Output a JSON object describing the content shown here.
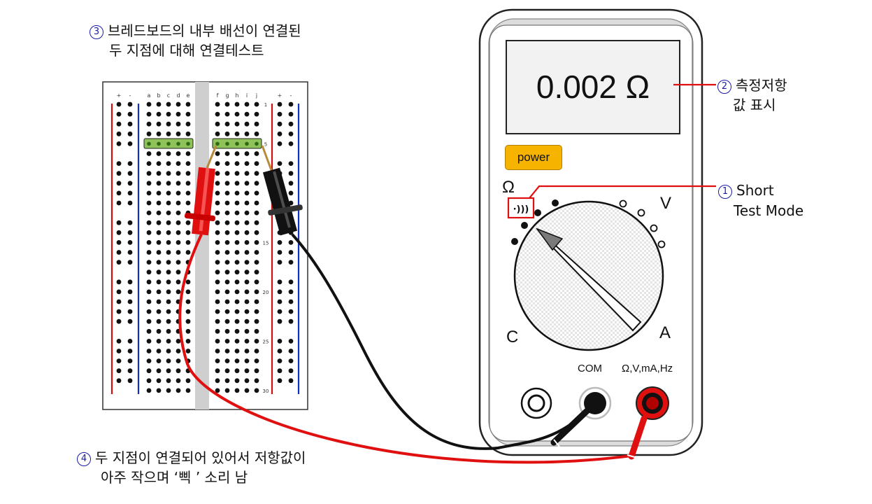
{
  "annotations": {
    "a1": {
      "num": "1",
      "line1": "Short",
      "line2": "Test Mode"
    },
    "a2": {
      "num": "2",
      "line1": "측정저항",
      "line2": "값 표시"
    },
    "a3": {
      "num": "3",
      "line1": "브레드보드의 내부 배선이 연결된",
      "line2": "두 지점에 대해 연결테스트"
    },
    "a4": {
      "num": "4",
      "line1": "두 지점이 연결되어 있어서 저항값이",
      "line2": "아주 작으며 ‘삑 ’ 소리 남"
    }
  },
  "meter": {
    "display": "0.002 Ω",
    "power_label": "power",
    "dial": {
      "ohm": "Ω",
      "volt": "V",
      "cap": "C",
      "amp": "A"
    },
    "jacks": {
      "com": "COM",
      "main": "Ω,V,mA,Hz"
    }
  },
  "breadboard": {
    "left_col_labels": [
      "a",
      "b",
      "c",
      "d",
      "e"
    ],
    "right_col_labels": [
      "f",
      "g",
      "h",
      "i",
      "j"
    ],
    "rail_labels": [
      "+",
      "-"
    ],
    "row_numbers": [
      "1",
      "5",
      "15",
      "20",
      "25",
      "30"
    ]
  },
  "colors": {
    "red_lead": "#e01010",
    "black_lead": "#111111",
    "power_button": "#f6b400",
    "annotation_number": "#1a1aa8",
    "rail_plus": "#d01010",
    "rail_minus": "#1030c0"
  }
}
